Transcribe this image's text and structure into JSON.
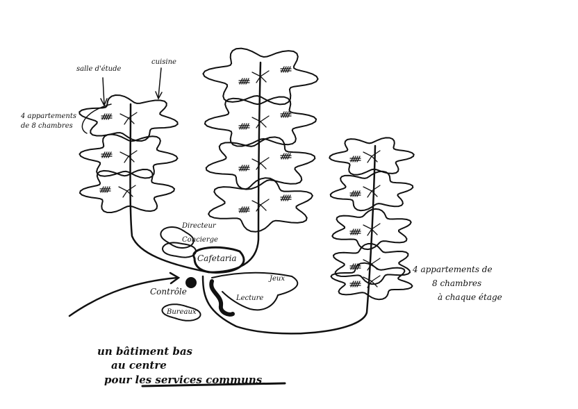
{
  "labels": {
    "salle_etude": "salle d'étude",
    "cuisine": "cuisine",
    "left_apartments_1": "4 appartements",
    "left_apartments_2": "de 8 chambres",
    "directeur": "Directeur",
    "concierge": "Concierge",
    "cafetaria": "Cafetaria",
    "jeux": "Jeux",
    "lecture": "Lecture",
    "controle": "Contrôle",
    "bureaux": "Bureaux",
    "right_apartments_1": "4 appartements de",
    "right_apartments_2": "8 chambres",
    "right_apartments_3": "à chaque étage",
    "caption_1": "un bâtiment bas",
    "caption_2": "au centre",
    "caption_3": "pour les services communs"
  },
  "colors": {
    "ink": "#111111",
    "paper": "#ffffff"
  }
}
